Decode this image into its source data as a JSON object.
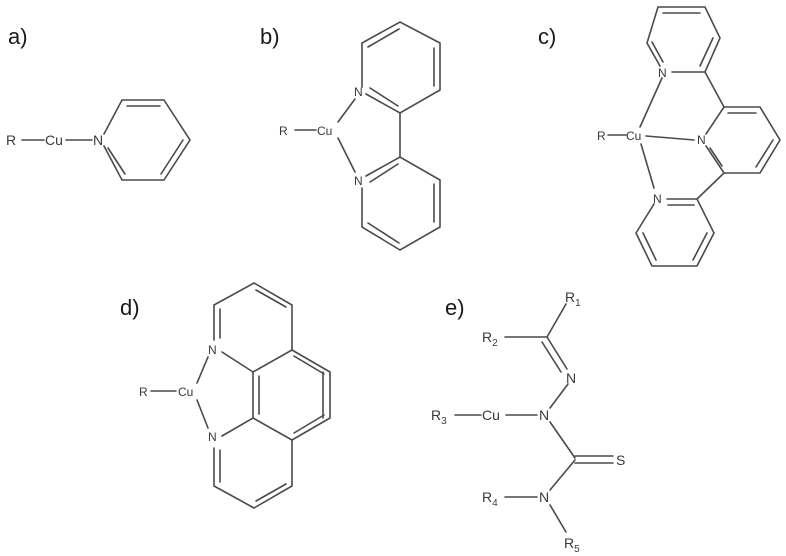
{
  "figure": {
    "description": "Copper(I) complexes with N-donor and thiosemicarbazone ligands",
    "panels": [
      {
        "id": "a",
        "label": "a)",
        "ligand": "pyridine",
        "atoms": {
          "r": "R",
          "metal": "Cu",
          "n1": "N"
        }
      },
      {
        "id": "b",
        "label": "b)",
        "ligand": "2,2'-bipyridine",
        "atoms": {
          "r": "R",
          "metal": "Cu",
          "n1": "N",
          "n2": "N"
        }
      },
      {
        "id": "c",
        "label": "c)",
        "ligand": "2,2':6',2''-terpyridine",
        "atoms": {
          "r": "R",
          "metal": "Cu",
          "n1": "N",
          "n2": "N",
          "n3": "N"
        }
      },
      {
        "id": "d",
        "label": "d)",
        "ligand": "1,10-phenanthroline",
        "atoms": {
          "r": "R",
          "metal": "Cu",
          "n1": "N",
          "n2": "N"
        }
      },
      {
        "id": "e",
        "label": "e)",
        "ligand": "thiosemicarbazone",
        "atoms": {
          "r1": "R",
          "r1_sub": "1",
          "r2": "R",
          "r2_sub": "2",
          "r3": "R",
          "r3_sub": "3",
          "r4": "R",
          "r4_sub": "4",
          "r5": "R",
          "r5_sub": "5",
          "metal": "Cu",
          "n_imine": "N",
          "n_hydrazine": "N",
          "n_amine": "N",
          "s": "S"
        }
      }
    ]
  },
  "colors": {
    "bond": "#4a4a4a",
    "text": "#3a3a3a",
    "label": "#1a1a1a",
    "background": "#ffffff"
  }
}
